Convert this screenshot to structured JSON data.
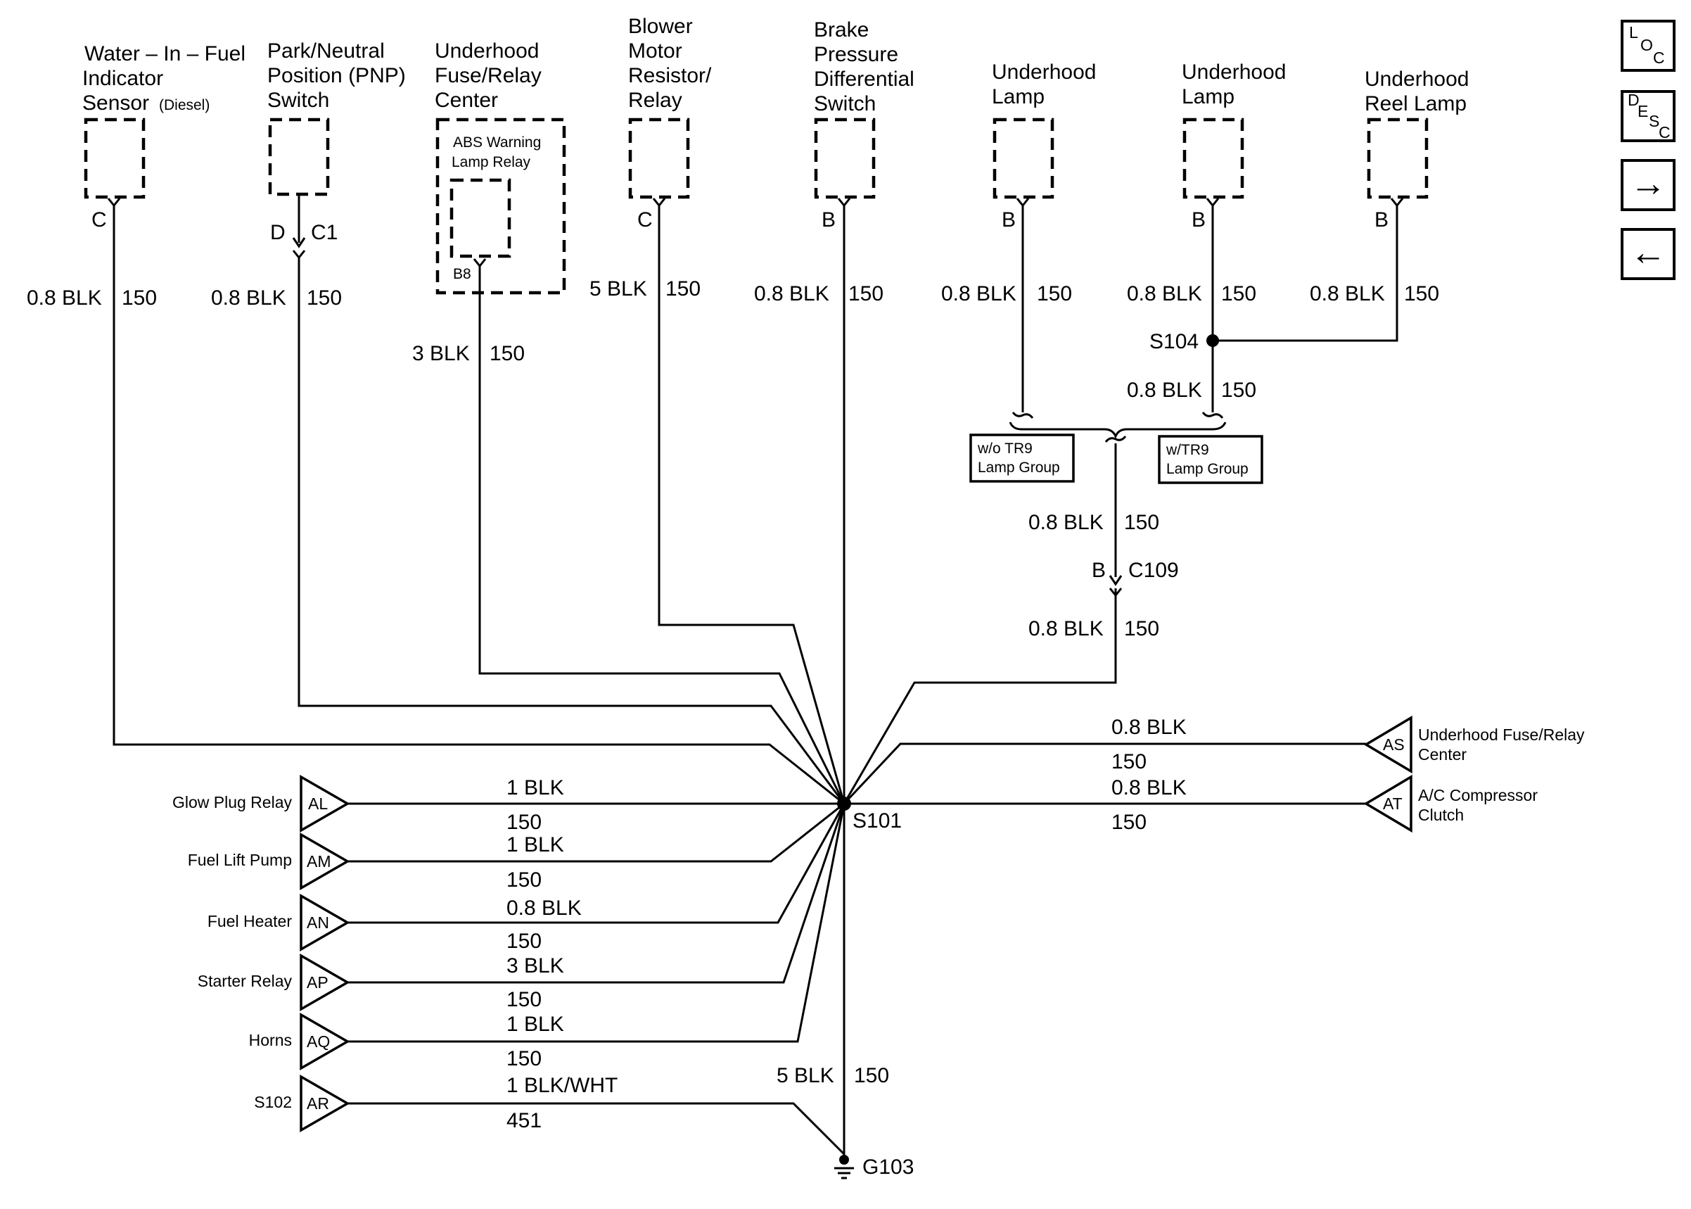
{
  "components": {
    "wif": {
      "l1": "Water – In – Fuel",
      "l2": "Indicator",
      "l3": "Sensor",
      "l3b": "(Diesel)",
      "pin": "C",
      "gauge": "0.8 BLK",
      "circuit": "150"
    },
    "pnp": {
      "l1": "Park/Neutral",
      "l2": "Position (PNP)",
      "l3": "Switch",
      "pin": "D",
      "conn": "C1",
      "gauge": "0.8 BLK",
      "circuit": "150"
    },
    "ufrc": {
      "l1": "Underhood",
      "l2": "Fuse/Relay",
      "l3": "Center",
      "inner1": "ABS Warning",
      "inner2": "Lamp Relay",
      "pin": "B8",
      "gauge": "3 BLK",
      "circuit": "150"
    },
    "blower": {
      "l1": "Blower",
      "l2": "Motor",
      "l3": "Resistor/",
      "l4": "Relay",
      "pin": "C",
      "gauge": "5 BLK",
      "circuit": "150"
    },
    "brake": {
      "l1": "Brake",
      "l2": "Pressure",
      "l3": "Differential",
      "l4": "Switch",
      "pin": "B",
      "gauge": "0.8 BLK",
      "circuit": "150"
    },
    "lamp1": {
      "l1": "Underhood",
      "l2": "Lamp",
      "pin": "B",
      "gauge": "0.8 BLK",
      "circuit": "150"
    },
    "lamp2": {
      "l1": "Underhood",
      "l2": "Lamp",
      "pin": "B",
      "gauge": "0.8 BLK",
      "circuit": "150"
    },
    "reel": {
      "l1": "Underhood",
      "l2": "Reel Lamp",
      "pin": "B",
      "gauge": "0.8 BLK",
      "circuit": "150"
    }
  },
  "splices": {
    "s104": "S104",
    "s104_gauge": "0.8 BLK",
    "s104_circuit": "150",
    "s101": "S101",
    "c109_pin": "B",
    "c109": "C109",
    "c109_gauge_top": "0.8 BLK",
    "c109_circuit_top": "150",
    "c109_gauge_bot": "0.8 BLK",
    "c109_circuit_bot": "150"
  },
  "options": {
    "wo_l1": "w/o TR9",
    "wo_l2": "Lamp Group",
    "w_l1": "w/TR9",
    "w_l2": "Lamp Group"
  },
  "left_connectors": [
    {
      "name": "Glow Plug Relay",
      "code": "AL",
      "gauge": "1 BLK",
      "circuit": "150"
    },
    {
      "name": "Fuel Lift Pump",
      "code": "AM",
      "gauge": "1 BLK",
      "circuit": "150"
    },
    {
      "name": "Fuel Heater",
      "code": "AN",
      "gauge": "0.8 BLK",
      "circuit": "150"
    },
    {
      "name": "Starter Relay",
      "code": "AP",
      "gauge": "3 BLK",
      "circuit": "150"
    },
    {
      "name": "Horns",
      "code": "AQ",
      "gauge": "1 BLK",
      "circuit": "150"
    },
    {
      "name": "S102",
      "code": "AR",
      "gauge": "1 BLK/WHT",
      "circuit": "451"
    }
  ],
  "right_connectors": [
    {
      "name1": "Underhood Fuse/Relay",
      "name2": "Center",
      "code": "AS",
      "gauge": "0.8 BLK",
      "circuit": "150"
    },
    {
      "name1": "A/C Compressor",
      "name2": "Clutch",
      "code": "AT",
      "gauge": "0.8 BLK",
      "circuit": "150"
    }
  ],
  "ground": {
    "gauge": "5 BLK",
    "circuit": "150",
    "label": "G103"
  },
  "nav": {
    "loc": [
      "L",
      "O",
      "C"
    ],
    "desc": [
      "D",
      "E",
      "S",
      "C"
    ],
    "next": "→",
    "prev": "←"
  }
}
